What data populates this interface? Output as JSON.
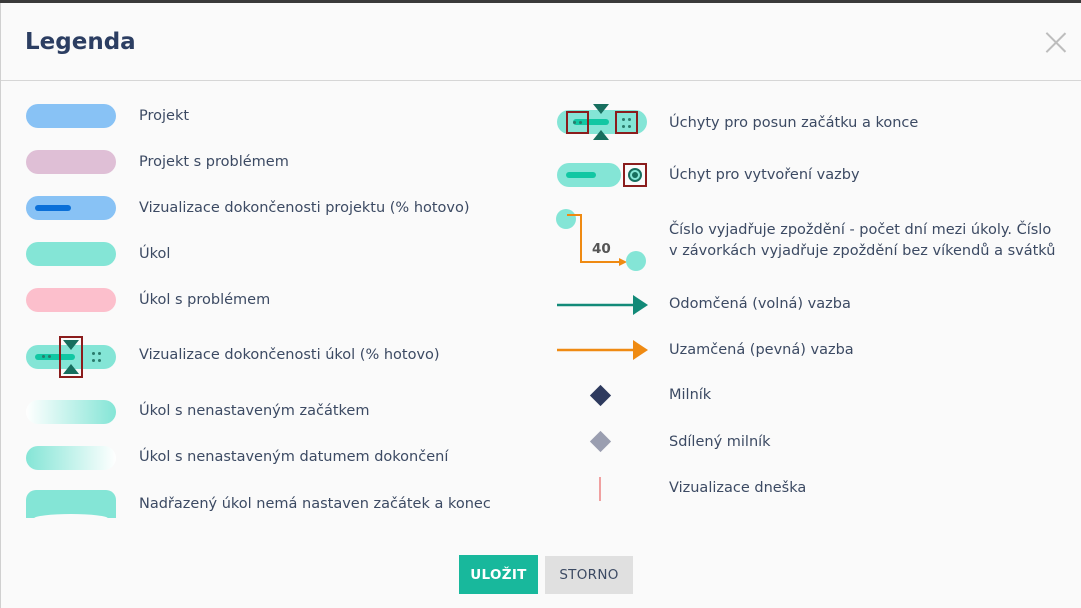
{
  "dialog": {
    "title": "Legenda",
    "close_icon": "close-icon"
  },
  "legend_left": [
    {
      "key": "project",
      "label": "Projekt"
    },
    {
      "key": "project-problem",
      "label": "Projekt s problémem"
    },
    {
      "key": "project-progress",
      "label": "Vizualizace dokončenosti projektu (% hotovo)"
    },
    {
      "key": "task",
      "label": "Úkol"
    },
    {
      "key": "task-problem",
      "label": "Úkol s problémem"
    },
    {
      "key": "task-progress",
      "label": "Vizualizace dokončenosti úkol (% hotovo)"
    },
    {
      "key": "task-no-start",
      "label": "Úkol s nenastaveným začátkem"
    },
    {
      "key": "task-no-end",
      "label": "Úkol s nenastaveným datumem dokončení"
    },
    {
      "key": "parent-task",
      "label": "Nadřazený úkol nemá nastaven začátek a konec"
    }
  ],
  "legend_right": [
    {
      "key": "resize-handles",
      "label": "Úchyty pro posun začátku a konce"
    },
    {
      "key": "link-handle",
      "label": "Úchyt pro vytvoření vazby"
    },
    {
      "key": "delay",
      "label": "Číslo vyjadřuje zpoždění - počet dní mezi úkoly. Číslo v závorkách vyjadřuje zpoždění bez víkendů a svátků",
      "delay_value": "40"
    },
    {
      "key": "unlocked-link",
      "label": "Odomčená (volná) vazba"
    },
    {
      "key": "locked-link",
      "label": "Uzamčená (pevná) vazba"
    },
    {
      "key": "milestone",
      "label": "Milník"
    },
    {
      "key": "shared-milestone",
      "label": "Sdílený milník"
    },
    {
      "key": "today",
      "label": "Vizualizace dneška"
    }
  ],
  "colors": {
    "project": "#88c2f5",
    "project_problem": "#dfbfd6",
    "progress_project": "#0a6fd8",
    "task": "#84e5d6",
    "task_problem": "#fcbfcc",
    "progress_task": "#11c7a3",
    "link_unlocked": "#128a78",
    "link_locked": "#ef8a12",
    "milestone": "#2e3a5e",
    "shared_milestone": "#9a9eb0",
    "today": "#f0a0a0",
    "accent": "#18b89c"
  },
  "buttons": {
    "save": "ULOŽIT",
    "cancel": "STORNO"
  }
}
